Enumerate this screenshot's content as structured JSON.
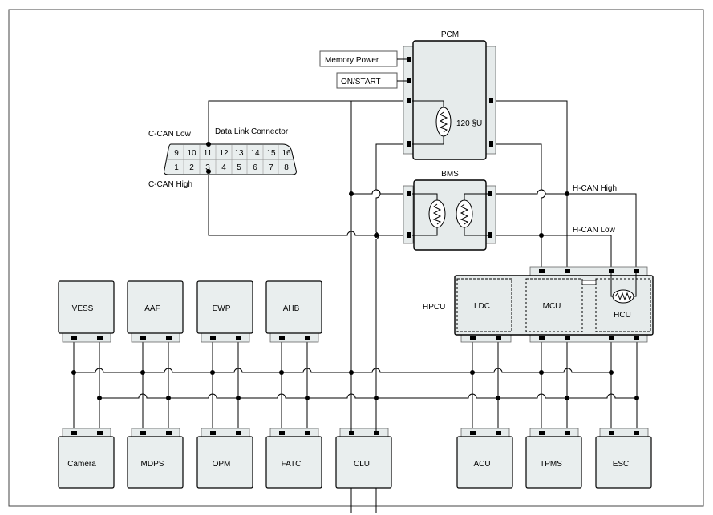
{
  "modules": {
    "pcm": "PCM",
    "bms": "BMS",
    "hpcu": "HPCU",
    "ldc": "LDC",
    "mcu": "MCU",
    "hcu": "HCU",
    "vess": "VESS",
    "aaf": "AAF",
    "ewp": "EWP",
    "ahb": "AHB",
    "camera": "Camera",
    "mdps": "MDPS",
    "opm": "OPM",
    "fatc": "FATC",
    "clu": "CLU",
    "acu": "ACU",
    "tpms": "TPMS",
    "esc": "ESC"
  },
  "inputs": {
    "memory_power": "Memory Power",
    "on_start": "ON/START"
  },
  "resistor_label": "120 §Ù",
  "connector": {
    "title": "Data Link Connector",
    "can_low": "C-CAN Low",
    "can_high": "C-CAN High",
    "top_pins": [
      "9",
      "10",
      "11",
      "12",
      "13",
      "14",
      "15",
      "16"
    ],
    "bottom_pins": [
      "1",
      "2",
      "3",
      "4",
      "5",
      "6",
      "7",
      "8"
    ]
  },
  "hcan": {
    "high": "H-CAN High",
    "low": "H-CAN Low"
  }
}
